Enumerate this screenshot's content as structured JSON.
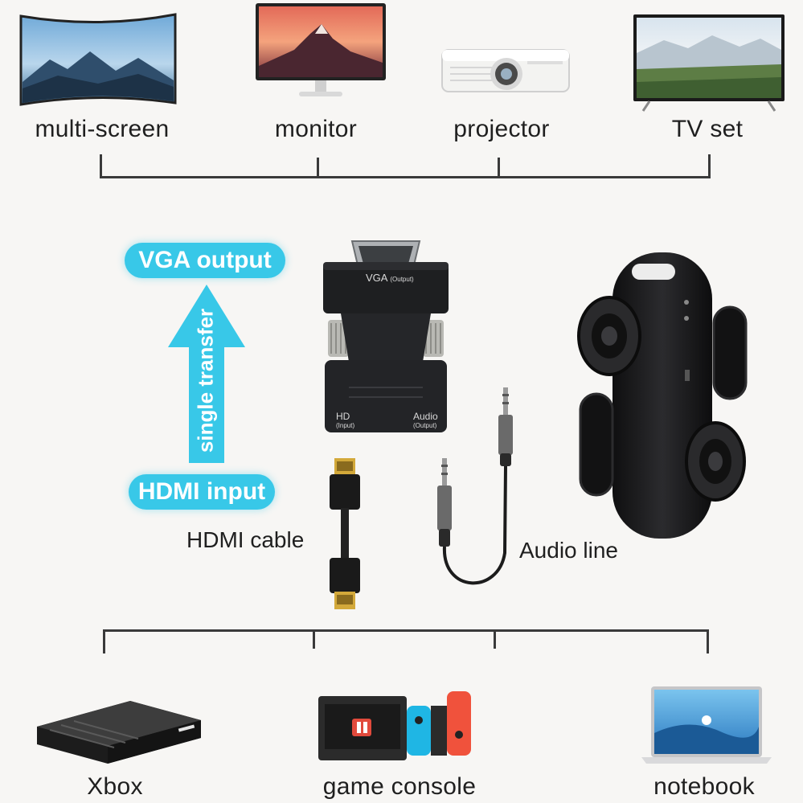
{
  "top_devices": [
    {
      "id": "multi_screen",
      "label": "multi-screen"
    },
    {
      "id": "monitor",
      "label": "monitor"
    },
    {
      "id": "projector",
      "label": "projector"
    },
    {
      "id": "tv_set",
      "label": "TV set"
    }
  ],
  "bottom_devices": [
    {
      "id": "xbox",
      "label": "Xbox"
    },
    {
      "id": "game_console",
      "label": "game console"
    },
    {
      "id": "notebook",
      "label": "notebook"
    }
  ],
  "adapter": {
    "top_port_label": "VGA",
    "top_port_sub": "(Output)",
    "left_port_label": "HD",
    "left_port_sub": "(Input)",
    "right_port_label": "Audio",
    "right_port_sub": "(Output)"
  },
  "flow": {
    "output_label": "VGA output",
    "input_label": "HDMI input",
    "arrow_text": "single transfer"
  },
  "accessories": {
    "hdmi_cable_label": "HDMI cable",
    "audio_line_label": "Audio line"
  },
  "colors": {
    "accent": "#38c8e8",
    "line": "#3a3a3a",
    "background": "#f7f6f4"
  }
}
